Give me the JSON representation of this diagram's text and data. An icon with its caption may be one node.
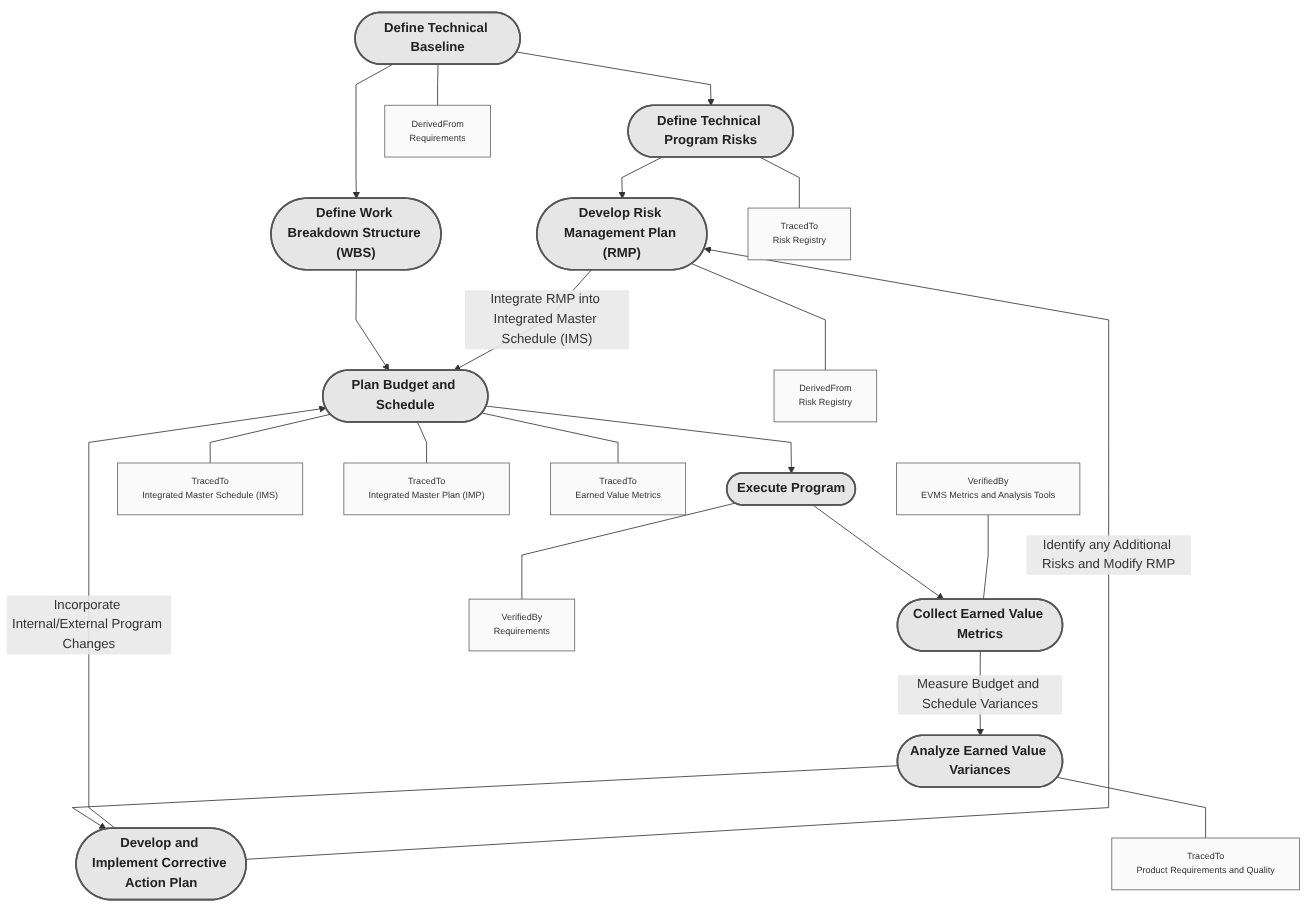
{
  "diagram": {
    "nodes": [
      {
        "text": [
          "Define Technical Baseline"
        ]
      },
      {
        "text": [
          "Define Technical Program Risks"
        ]
      },
      {
        "text": [
          "Define Work Breakdown Structure (WBS)"
        ]
      },
      {
        "text": [
          "Develop Risk Management Plan (RMP)"
        ]
      },
      {
        "text": [
          "Plan Budget and Schedule"
        ]
      },
      {
        "text": [
          "Execute Program"
        ]
      },
      {
        "text": [
          "Collect Earned Value Metrics"
        ]
      },
      {
        "text": [
          "Analyze Earned Value Variances"
        ]
      },
      {
        "text": [
          "Develop and Implement Corrective Action Plan"
        ]
      },
      {
        "text": [
          "TracedTo",
          "Risk Registry"
        ]
      },
      {
        "text": [
          "DerivedFrom",
          "Requirements"
        ]
      },
      {
        "text": [
          "TracedTo",
          "Integrated Master Schedule (IMS)"
        ]
      },
      {
        "text": [
          "TracedTo",
          "Integrated Master Plan (IMP)"
        ]
      },
      {
        "text": [
          "TracedTo",
          "Earned Value Metrics"
        ]
      },
      {
        "text": [
          "DerivedFrom",
          "Risk Registry"
        ]
      },
      {
        "text": [
          "VerifiedBy",
          "Requirements"
        ]
      },
      {
        "text": [
          "VerifiedBy",
          "EVMS Metrics and Analysis Tools"
        ]
      },
      {
        "text": [
          "TracedTo",
          "Product Requirements and Quality"
        ]
      }
    ],
    "edges": [
      {
        "from": 0,
        "to": 1,
        "arrow": "to"
      },
      {
        "from": 0,
        "to": 2,
        "arrow": "to"
      },
      {
        "from": 1,
        "to": 3,
        "arrow": "to"
      },
      {
        "from": 2,
        "to": 4,
        "arrow": "to"
      },
      {
        "from": 3,
        "to": 4,
        "arrow": "to",
        "label": "Integrate RMP into Integrated Master Schedule (IMS)"
      },
      {
        "from": 4,
        "to": 5,
        "arrow": "to"
      },
      {
        "from": 5,
        "to": 6,
        "arrow": "to"
      },
      {
        "from": 6,
        "to": 7,
        "arrow": "to",
        "label": "Measure Budget and Schedule Variances"
      },
      {
        "from": 7,
        "to": 8,
        "arrow": "to"
      },
      {
        "from": 8,
        "to": 4,
        "arrow": "to",
        "label": "Incorporate Internal/External Program Changes"
      },
      {
        "from": 8,
        "to": 3,
        "arrow": "to",
        "label": "Identify any Additional Risks and Modify RMP"
      },
      {
        "from": 1,
        "to": 9,
        "arrow": "none"
      },
      {
        "from": 0,
        "to": 10,
        "arrow": "none"
      },
      {
        "from": 4,
        "to": 11,
        "arrow": "none"
      },
      {
        "from": 4,
        "to": 12,
        "arrow": "none"
      },
      {
        "from": 4,
        "to": 13,
        "arrow": "none"
      },
      {
        "from": 3,
        "to": 14,
        "arrow": "none"
      },
      {
        "from": 5,
        "to": 15,
        "arrow": "none"
      },
      {
        "from": 16,
        "to": 6,
        "arrow": "none"
      },
      {
        "from": 7,
        "to": 17,
        "arrow": "none"
      }
    ]
  }
}
